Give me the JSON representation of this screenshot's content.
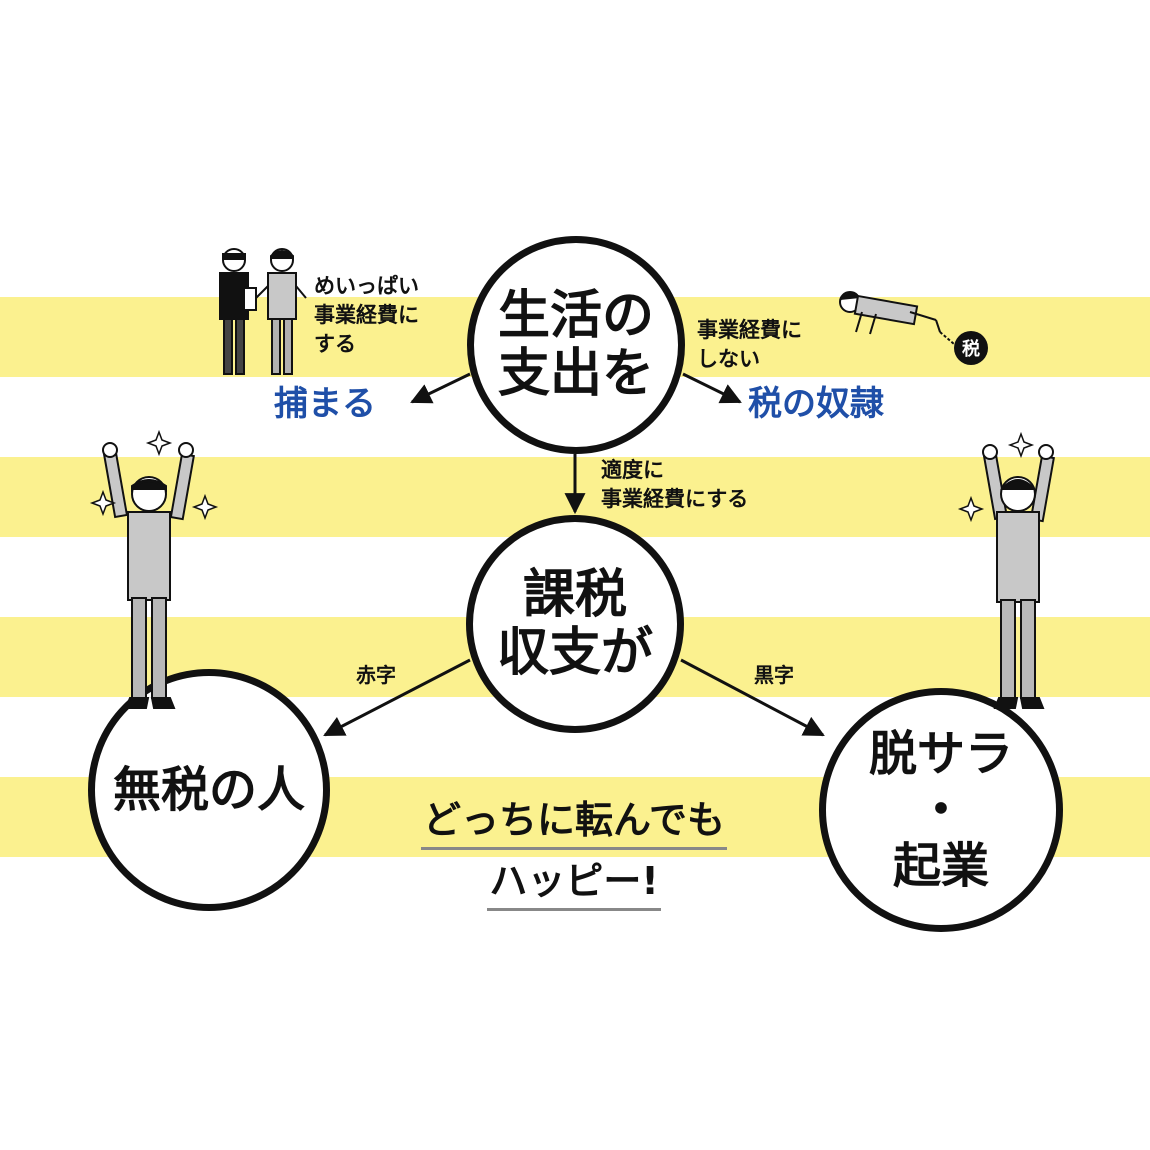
{
  "nodes": {
    "top": {
      "line1": "生活の",
      "line2": "支出を"
    },
    "middle": {
      "line1": "課税",
      "line2": "収支が"
    },
    "left": {
      "label": "無税の人"
    },
    "right": {
      "line1": "脱サラ",
      "line2": "・",
      "line3": "起業"
    }
  },
  "edges": {
    "to_caught": {
      "line1": "めいっぱい",
      "line2": "事業経費に",
      "line3": "する"
    },
    "to_slave": {
      "line1": "事業経費に",
      "line2": "しない"
    },
    "to_middle": {
      "line1": "適度に",
      "line2": "事業経費にする"
    },
    "to_left": {
      "label": "赤字"
    },
    "to_right": {
      "label": "黒字"
    }
  },
  "outcomes": {
    "caught": "捕まる",
    "slave": "税の奴隷"
  },
  "conclusion": {
    "line1": "どっちに転んでも",
    "line2": "ハッピー!"
  },
  "tax_ball_label": "税",
  "colors": {
    "stripe": "#fbf18f",
    "outcome_blue": "#1f4fa8",
    "ink": "#111111",
    "suit": "#c8c8c8"
  }
}
